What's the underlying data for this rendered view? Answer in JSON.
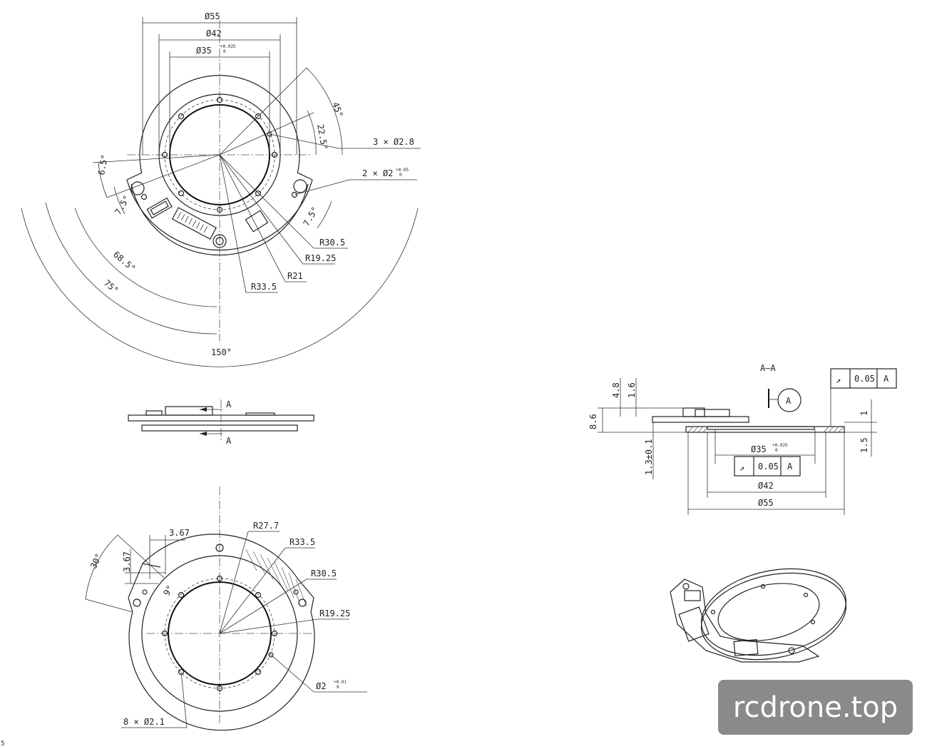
{
  "top_view": {
    "dims": {
      "d55": "Ø55",
      "d42": "Ø42",
      "d35": "Ø35",
      "d35_tol_upper": "+0.025",
      "d35_tol_lower": "0",
      "a45": "45°",
      "a22_5": "22.5°",
      "holes_3x": "3 × Ø2.8",
      "holes_2x": "2 × Ø2",
      "holes_2x_tol_upper": "+0.05",
      "holes_2x_tol_lower": "0",
      "a6_5": "6.5°",
      "a7_5_left": "7.5°",
      "a7_5_right": "7.5°",
      "a68_5": "68.5°",
      "a75": "75°",
      "a150": "150°",
      "r30_5": "R30.5",
      "r19_25": "R19.25",
      "r21": "R21",
      "r33_5": "R33.5"
    }
  },
  "side_view": {
    "section_mark_top": "A",
    "section_mark_bottom": "A"
  },
  "section_view": {
    "title": "A—A",
    "datum": "A",
    "dims": {
      "h4_8": "4.8",
      "h1_6": "1.6",
      "h8_6": "8.6",
      "h1_3": "1.3±0.1",
      "h1": "1",
      "h1_5": "1.5",
      "d35": "Ø35",
      "d35_tol_upper": "+0.025",
      "d35_tol_lower": "0",
      "d42": "Ø42",
      "d55": "Ø55"
    },
    "runout_top": {
      "symbol": "↗",
      "value": "0.05",
      "datum": "A"
    },
    "runout_mid": {
      "symbol": "↗",
      "value": "0.05",
      "datum": "A"
    }
  },
  "bottom_view": {
    "dims": {
      "w3_67": "3.67",
      "h3_67": "3.67",
      "a30": "30°",
      "a9": "9°",
      "r27_7": "R27.7",
      "r33_5": "R33.5",
      "r30_5": "R30.5",
      "r19_25": "R19.25",
      "d2": "Ø2",
      "d2_tol_upper": "+0.01",
      "d2_tol_lower": "0",
      "holes_8x": "8 × Ø2.1"
    }
  },
  "watermark": {
    "text": "rcdrone.top"
  },
  "page_corner_mark": "5"
}
